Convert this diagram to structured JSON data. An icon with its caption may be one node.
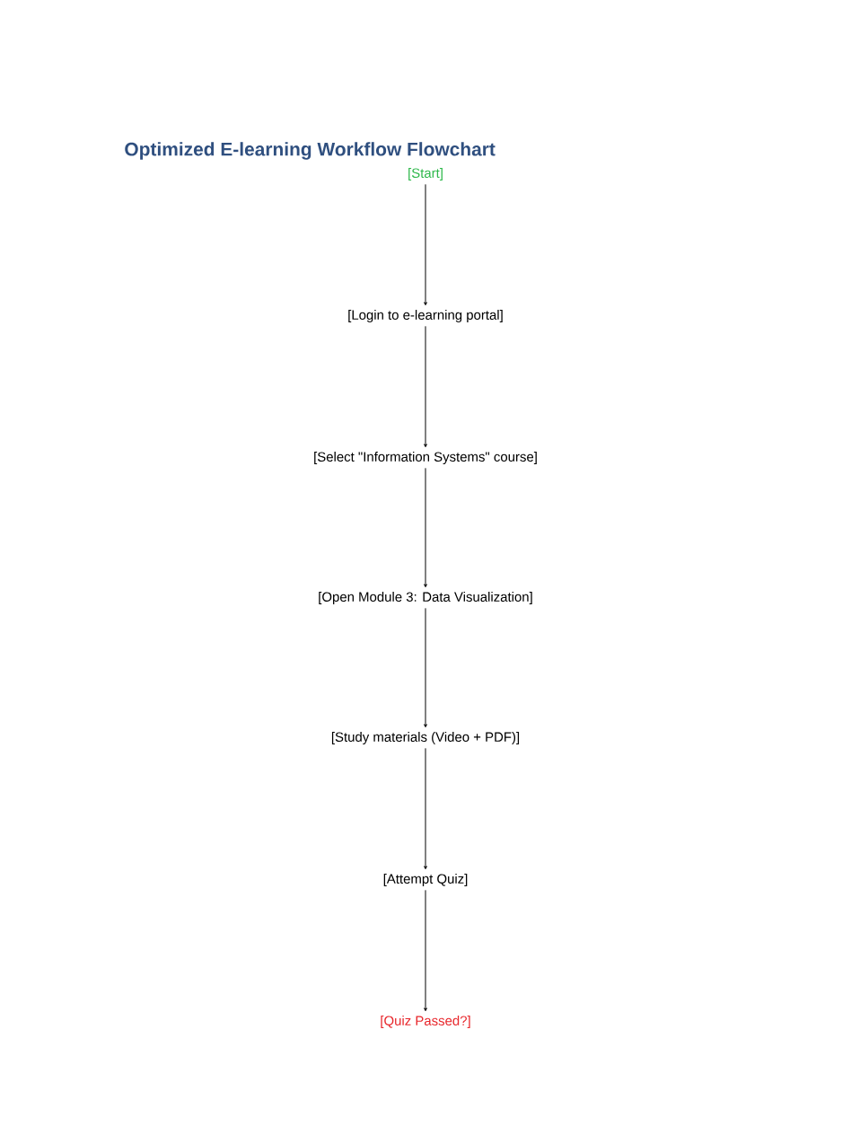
{
  "diagram": {
    "title": "Optimized E-learning Workflow Flowchart",
    "nodes": [
      {
        "text": [
          "[Start]"
        ]
      },
      {
        "text": [
          "[Login to e-learning portal]"
        ]
      },
      {
        "text": [
          "[Select \"Information Systems\" course]"
        ]
      },
      {
        "text": [
          "[Open Module 3: Data Visualization]"
        ]
      },
      {
        "text": [
          "[Study materials (Video + PDF)]"
        ]
      },
      {
        "text": [
          "[Attempt Quiz]"
        ]
      },
      {
        "text": [
          "[Quiz Passed?]"
        ]
      }
    ],
    "edges": [
      {
        "from": 0,
        "to": 1,
        "arrow": "to"
      },
      {
        "from": 1,
        "to": 2,
        "arrow": "to"
      },
      {
        "from": 2,
        "to": 3,
        "arrow": "to"
      },
      {
        "from": 3,
        "to": 4,
        "arrow": "to"
      },
      {
        "from": 4,
        "to": 5,
        "arrow": "to"
      },
      {
        "from": 5,
        "to": 6,
        "arrow": "to"
      }
    ]
  }
}
